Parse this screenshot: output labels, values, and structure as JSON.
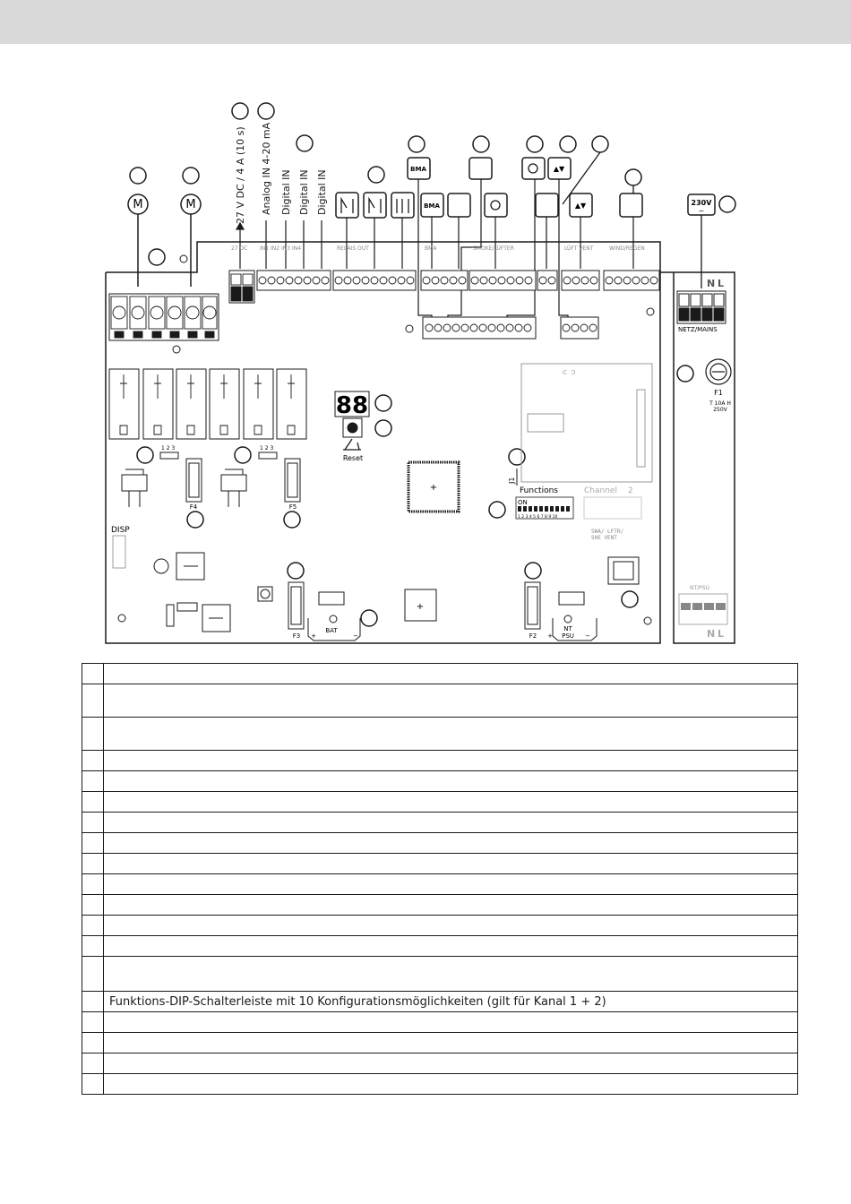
{
  "labels": {
    "out_27v": "27 V DC / 4 A (10 s)",
    "analog_in": "Analog IN 4-20 mA",
    "digital_in_1": "Digital IN",
    "digital_in_2": "Digital IN",
    "digital_in_3": "Digital IN",
    "motor_1": "M",
    "motor_2": "M",
    "bma_1": "BMA",
    "bma_2": "BMA",
    "mains_voltage": "230V",
    "mains_tilde": "~",
    "netz_mains": "NETZ/MAINS",
    "fuse_f1": "F1",
    "fuse_f1_rating_1": "T 10A H",
    "fuse_f1_rating_2": "250V",
    "fuse_f2": "F2",
    "fuse_f3": "F3",
    "fuse_f4": "F4",
    "fuse_f5": "F5",
    "display_7seg": "88",
    "reset": "Reset",
    "jumper_j1": "J1",
    "functions": "Functions",
    "channel": "Channel",
    "channel_num": "2",
    "dip_on": "ON",
    "dip_numbers": "1 2 3 4 5 6 7 8 9 10",
    "jumper_123_a": "1 2 3",
    "jumper_123_b": "1 2 3",
    "disp": "DISP",
    "bat": "BAT",
    "nt_psu_1": "NT",
    "nt_psu_2": "PSU",
    "nt_psu_top": "NT/PSU",
    "plus": "+",
    "minus": "−",
    "terminal_n": "N",
    "terminal_l": "L"
  },
  "legend_rows": [
    {
      "num": "",
      "text": ""
    },
    {
      "num": "",
      "text": ""
    },
    {
      "num": "",
      "text": ""
    },
    {
      "num": "",
      "text": ""
    },
    {
      "num": "",
      "text": ""
    },
    {
      "num": "",
      "text": ""
    },
    {
      "num": "",
      "text": ""
    },
    {
      "num": "",
      "text": ""
    },
    {
      "num": "",
      "text": ""
    },
    {
      "num": "",
      "text": ""
    },
    {
      "num": "",
      "text": ""
    },
    {
      "num": "",
      "text": ""
    },
    {
      "num": "",
      "text": ""
    },
    {
      "num": "",
      "text": ""
    },
    {
      "num": "",
      "text": "Funktions-DIP-Schalterleiste mit 10 Konfigurationsmöglichkeiten (gilt für Kanal 1 + 2)"
    },
    {
      "num": "",
      "text": ""
    },
    {
      "num": "",
      "text": ""
    },
    {
      "num": "",
      "text": ""
    },
    {
      "num": "",
      "text": ""
    }
  ]
}
